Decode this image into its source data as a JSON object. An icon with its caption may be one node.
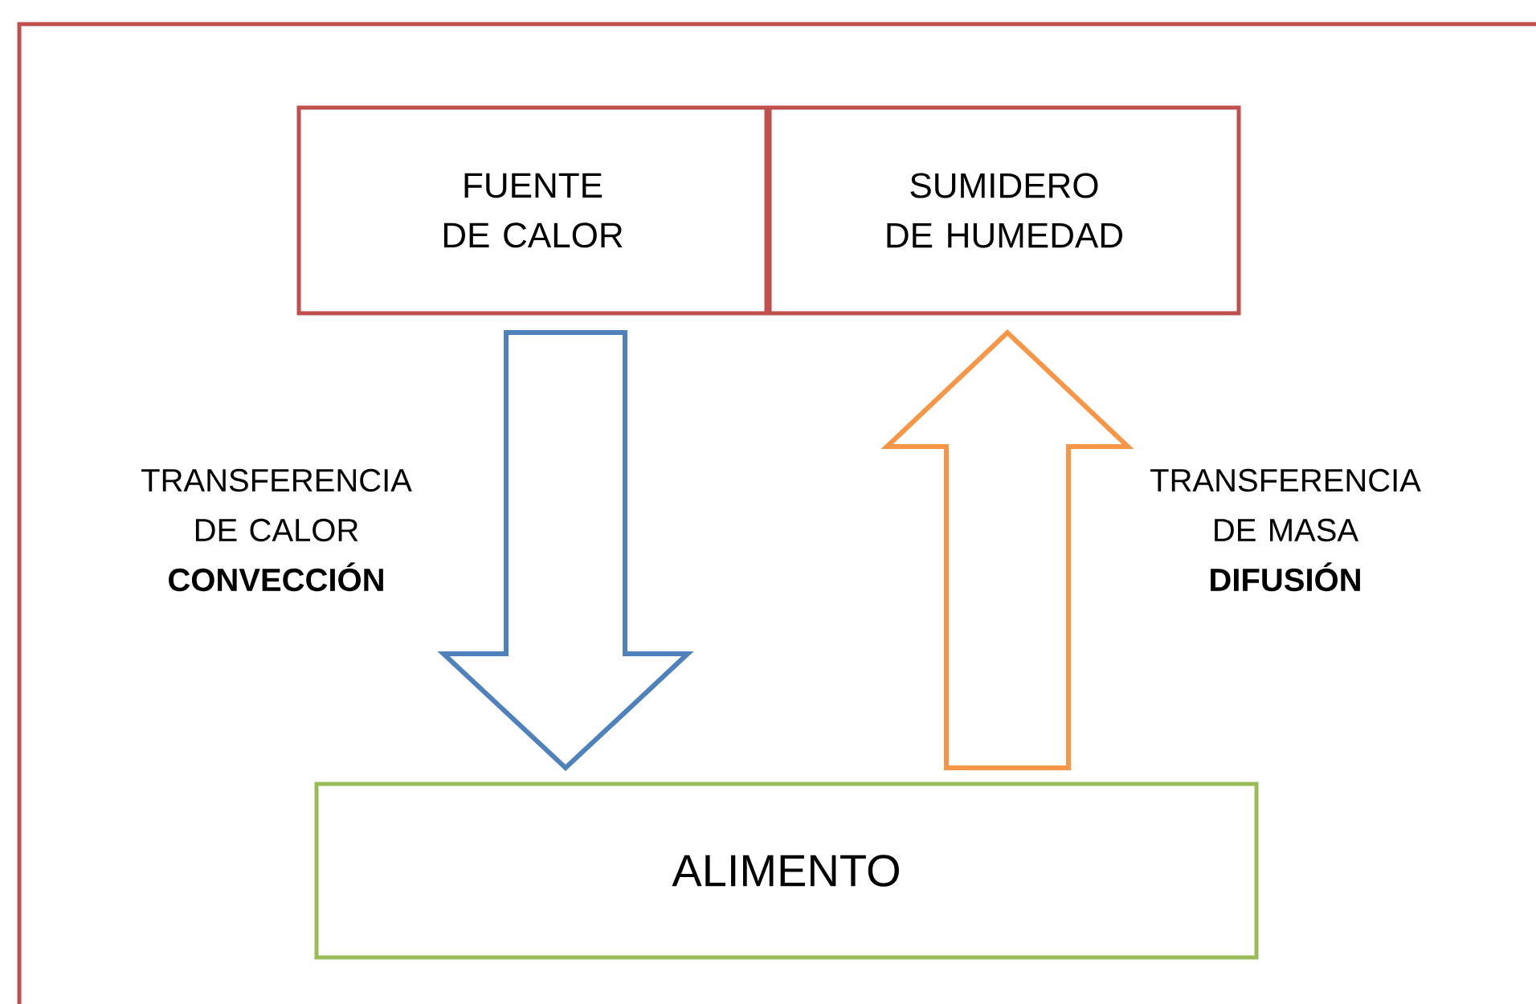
{
  "diagram": {
    "nodes": [
      {
        "text": [
          "FUENTE DE CALOR"
        ]
      },
      {
        "text": [
          "SUMIDERO DE HUMEDAD"
        ]
      },
      {
        "text": [
          "ALIMENTO"
        ]
      }
    ],
    "edges": [
      {
        "from": 0,
        "to": 2,
        "arrow": "to",
        "label": "TRANSFERENCIA DE CALOR **CONVECCIÓN**",
        "color": "#4f81bd"
      },
      {
        "from": 2,
        "to": 1,
        "arrow": "to",
        "label": "TRANSFERENCIA DE MASA **DIFUSIÓN**",
        "color": "#f79646"
      }
    ]
  }
}
